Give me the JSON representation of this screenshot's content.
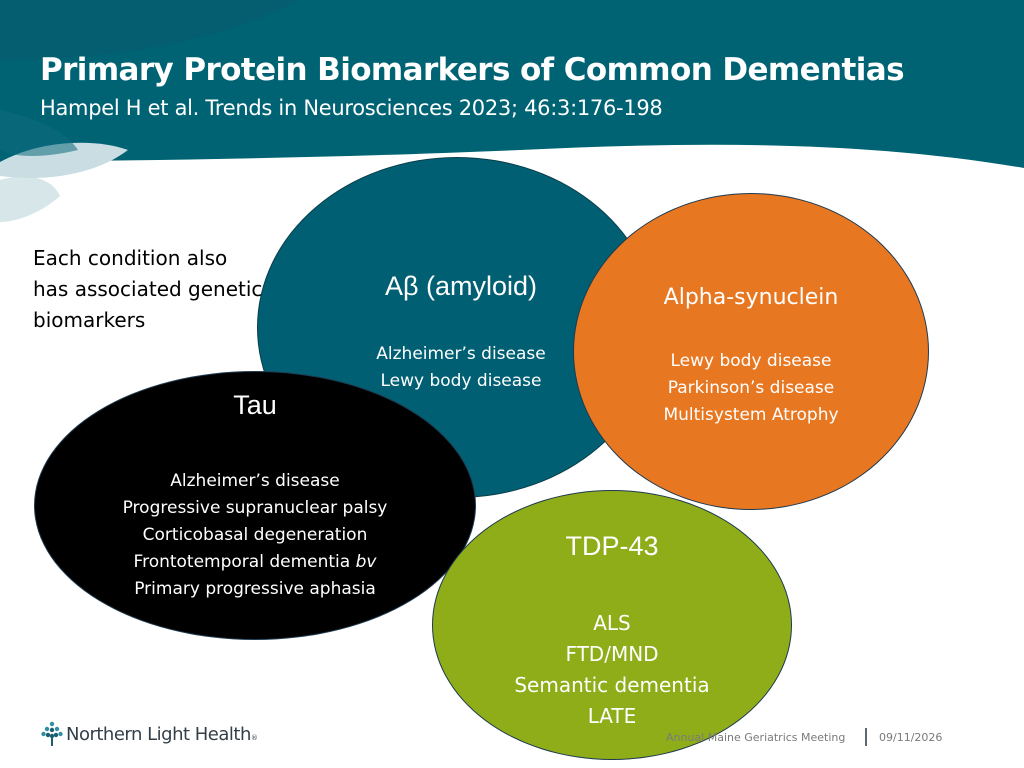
{
  "header": {
    "title": "Primary Protein Biomarkers of Common Dementias",
    "subtitle": "Hampel H et al. Trends in Neurosciences 2023; 46:3:176-198"
  },
  "note": "Each condition also has associated genetic biomarkers",
  "biomarkers": [
    {
      "name": "Aβ (amyloid)",
      "color": "#005f73",
      "conditions": [
        "Alzheimer’s disease",
        "Lewy body disease"
      ]
    },
    {
      "name": "Alpha-synuclein",
      "color": "#e87722",
      "conditions": [
        "Lewy body disease",
        "Parkinson’s disease",
        "Multisystem Atrophy"
      ]
    },
    {
      "name": "Tau",
      "color": "#000000",
      "conditions": [
        "Alzheimer’s disease",
        "Progressive supranuclear palsy",
        "Corticobasal degeneration",
        "Frontotemporal dementia",
        "Primary progressive aphasia"
      ],
      "condition_suffix_3": "bv"
    },
    {
      "name": "TDP-43",
      "color": "#8fad18",
      "conditions": [
        "ALS",
        "FTD/MND",
        "Semantic dementia",
        "LATE"
      ]
    }
  ],
  "footer": {
    "logo_text": "Northern Light Health",
    "logo_mark": "®",
    "meeting": "Annual Maine Geriatrics Meeting",
    "date": "09/11/2026"
  },
  "colors": {
    "header_teal": "#006374",
    "accent_light": "#c9dde2"
  }
}
